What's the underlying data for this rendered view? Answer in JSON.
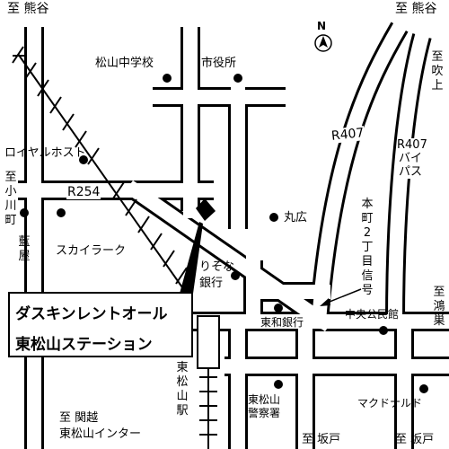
{
  "directions": {
    "kumagaya_left": "至 熊谷",
    "kumagaya_right": "至 熊谷",
    "fukiage": "至吹上",
    "ogawamachi": "至小川町",
    "kounosu": "至鴻巣",
    "kanetsu": "至 関越",
    "kanetsu_ic": "東松山インター",
    "sakado_left": "至 坂戸",
    "sakado_right": "至 坂戸"
  },
  "routes": {
    "r254": "R254",
    "r407": "R407",
    "r407_bypass": "R407バイパス"
  },
  "landmarks": {
    "matsuyama_jhs": "松山中学校",
    "city_hall": "市役所",
    "royal_host": "ロイヤルホスト",
    "aiya": "藍屋",
    "skylark": "スカイラーク",
    "marukou": "丸広",
    "resona": "りそな銀行",
    "towa_bank": "東和銀行",
    "chuo_kominkan": "中央公民館",
    "honmachi_signal": "本町2丁目信号",
    "higashimatsuyama_station": "東松山駅",
    "police": "東松山警察署",
    "mcdonalds": "マクドナルド"
  },
  "store": {
    "name_line1": "ダスキンレントオール",
    "name_line2": "東松山ステーション"
  },
  "north_label": "N",
  "colors": {
    "road_outline": "#000000",
    "road_fill": "#ffffff",
    "background": "#ffffff"
  }
}
